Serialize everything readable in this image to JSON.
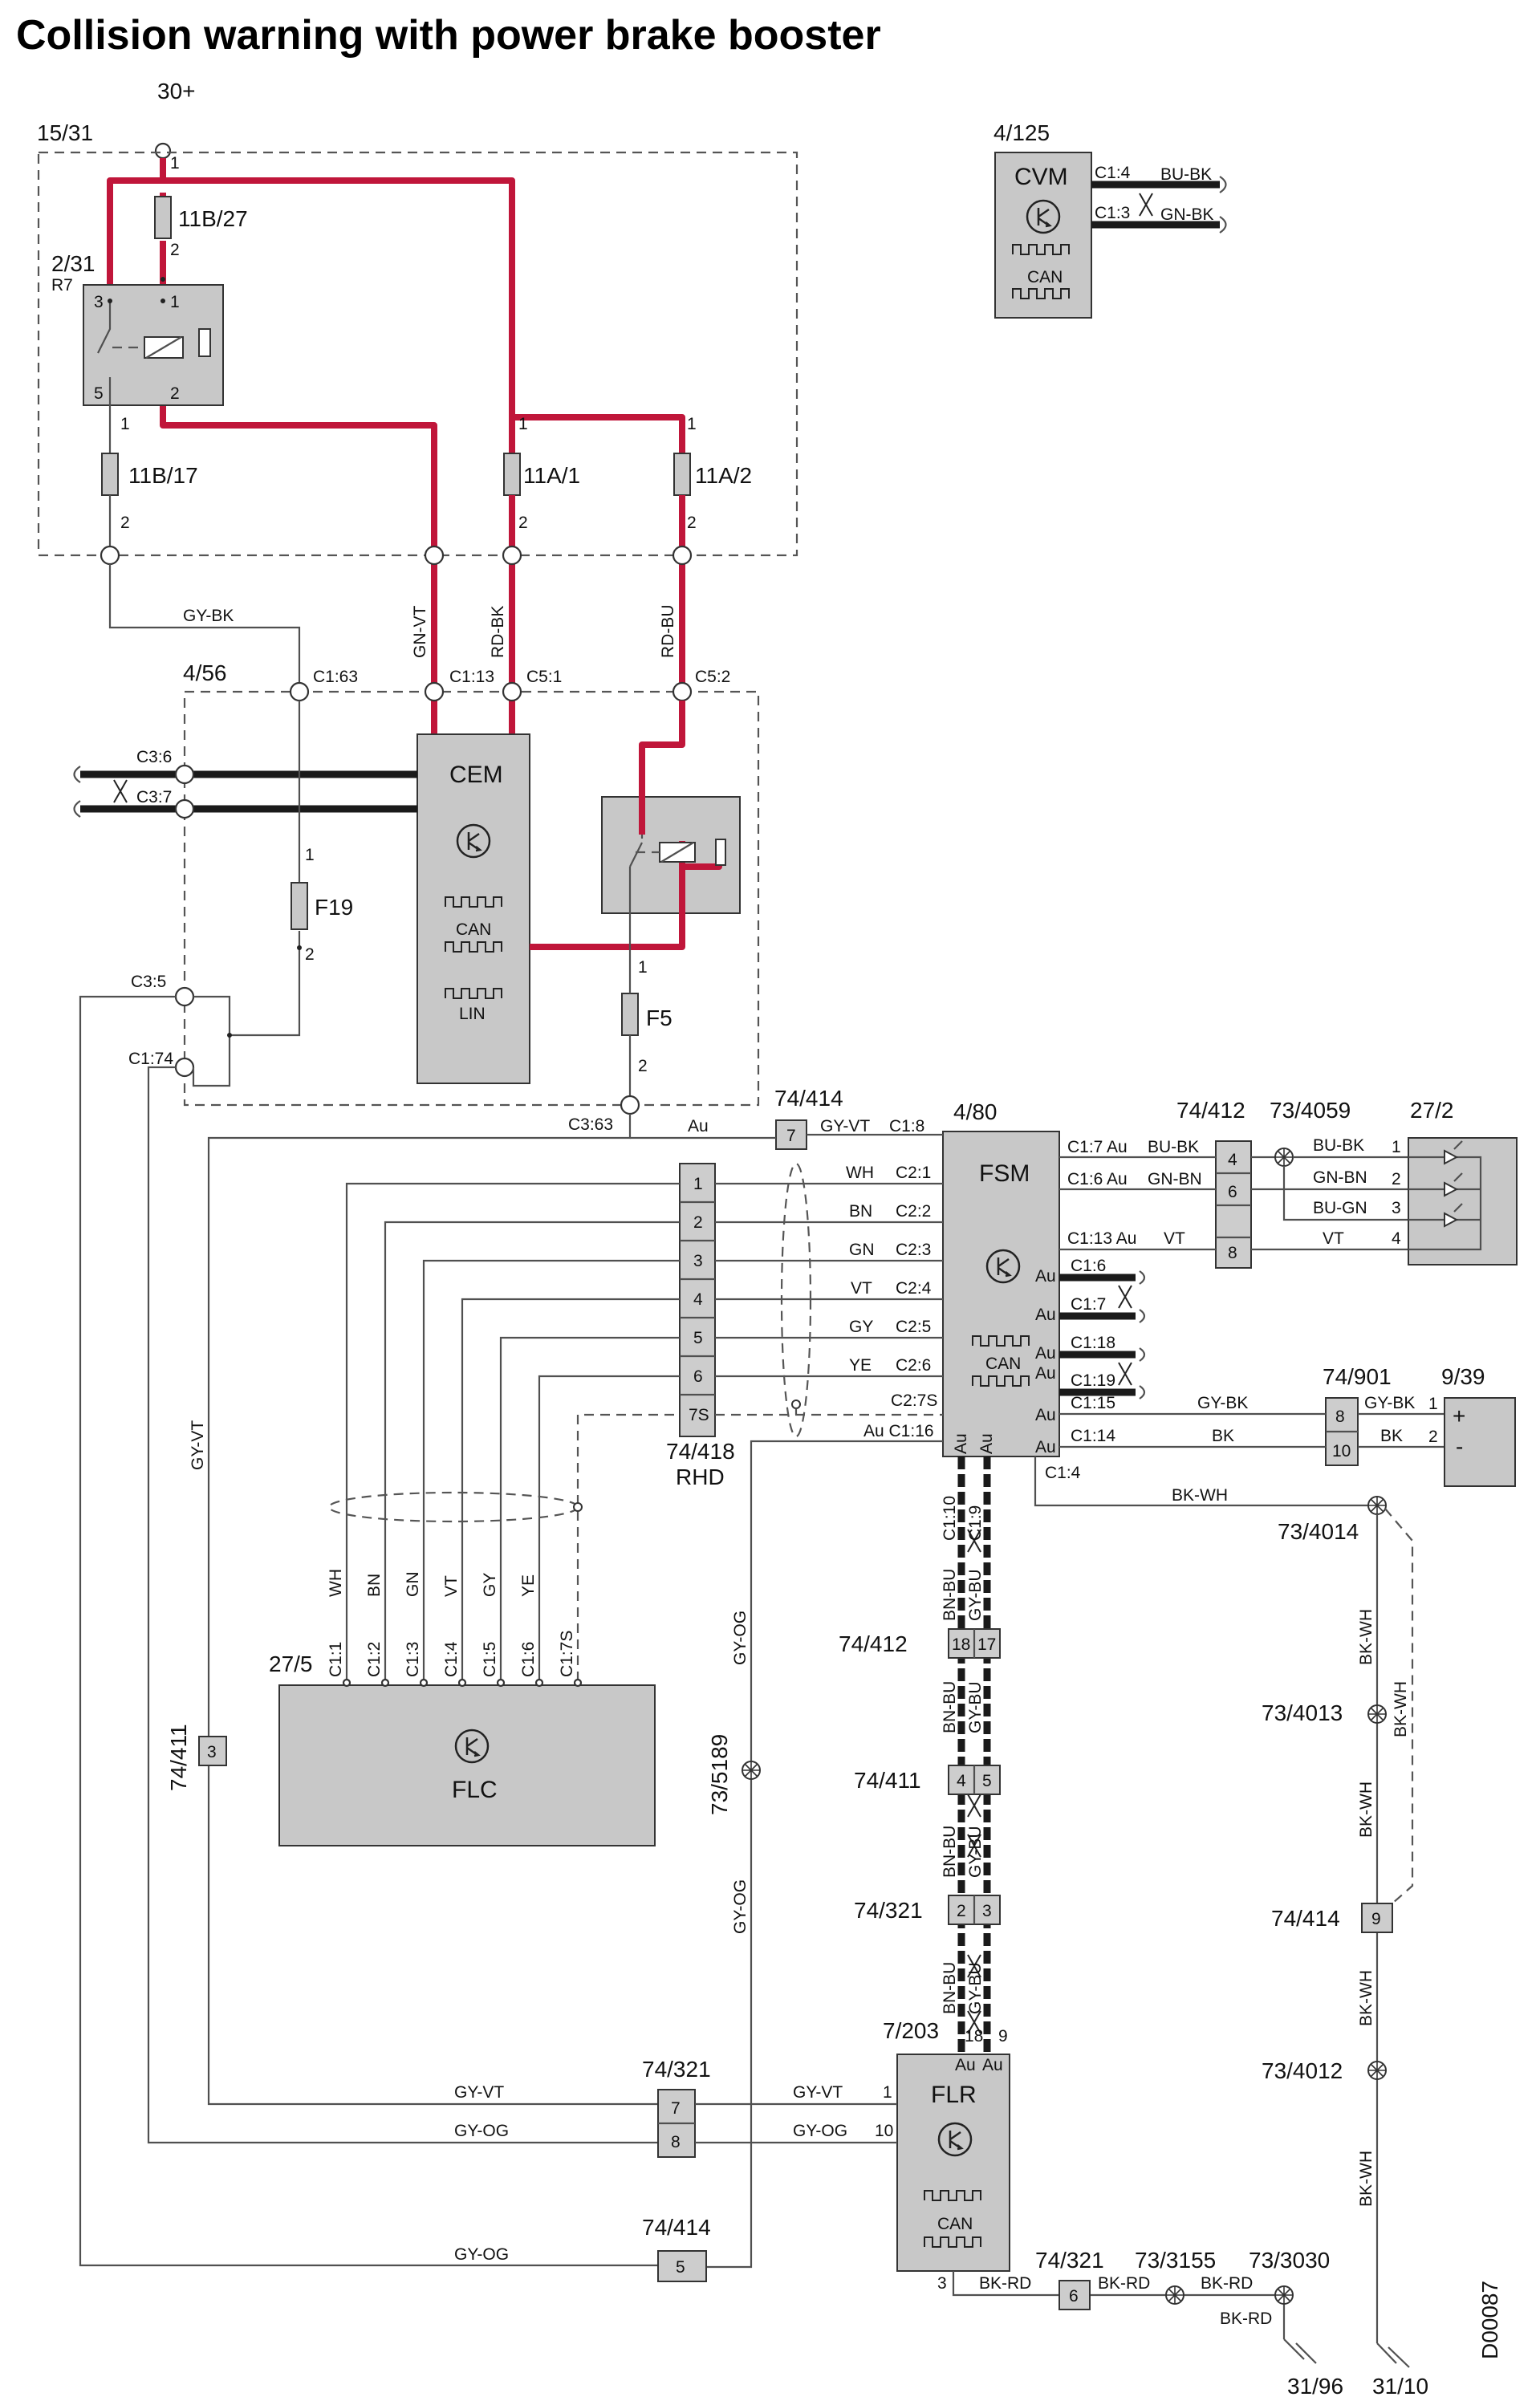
{
  "title": "Collision warning with power brake booster",
  "diagram_id": "D00087",
  "supply": "30+",
  "relay_box": {
    "id": "15/31",
    "relay_id": "2/31",
    "relay_sub": "R7",
    "pin_3": "3",
    "pin_1": "1",
    "pin_5": "5",
    "pin_2": "2"
  },
  "fuses": {
    "f_11b27": {
      "label": "11B/27",
      "p1": "1",
      "p2": "2"
    },
    "f_11b17": {
      "label": "11B/17",
      "p1": "1",
      "p2": "2"
    },
    "f_11a1": {
      "label": "11A/1",
      "p1": "1",
      "p2": "2"
    },
    "f_11a2": {
      "label": "11A/2",
      "p1": "1",
      "p2": "2"
    },
    "f19": {
      "label": "F19",
      "p1": "1",
      "p2": "2"
    },
    "f5": {
      "label": "F5",
      "p1": "1",
      "p2": "2"
    }
  },
  "wires": {
    "gy_bk": "GY-BK",
    "gn_vt": "GN-VT",
    "rd_bk": "RD-BK",
    "rd_bu": "RD-BU",
    "gy_vt": "GY-VT",
    "gy_og": "GY-OG",
    "au": "Au",
    "wh": "WH",
    "bn": "BN",
    "gn": "GN",
    "vt": "VT",
    "gy": "GY",
    "ye": "YE",
    "bu_bk": "BU-BK",
    "gn_bn": "GN-BN",
    "bu_gn": "BU-GN",
    "bk": "BK",
    "bk_wh": "BK-WH",
    "bn_bu": "BN-BU",
    "gy_bu": "GY-BU",
    "bk_rd": "BK-RD",
    "gn_bk": "GN-BK"
  },
  "cvm": {
    "id": "4/125",
    "name": "CVM",
    "can": "CAN",
    "c1_4": "C1:4",
    "c1_3": "C1:3"
  },
  "cem": {
    "id": "4/56",
    "name": "CEM",
    "can": "CAN",
    "lin": "LIN",
    "c1_63": "C1:63",
    "c1_13": "C1:13",
    "c5_1": "C5:1",
    "c5_2": "C5:2",
    "c3_6": "C3:6",
    "c3_7": "C3:7",
    "c3_5": "C3:5",
    "c1_74": "C1:74",
    "c3_63": "C3:63"
  },
  "fsm": {
    "id": "4/80",
    "name": "FSM",
    "can": "CAN",
    "c1_8": "C1:8",
    "c2_1": "C2:1",
    "c2_2": "C2:2",
    "c2_3": "C2:3",
    "c2_4": "C2:4",
    "c2_5": "C2:5",
    "c2_6": "C2:6",
    "c2_7s": "C2:7S",
    "c1_16": "Au C1:16",
    "c1_7": "C1:7 Au",
    "c1_6": "C1:6 Au",
    "c1_13": "C1:13 Au",
    "c1_6b": "C1:6",
    "c1_7b": "C1:7",
    "c1_18": "C1:18",
    "c1_19": "C1:19",
    "c1_15": "C1:15",
    "c1_14": "C1:14",
    "c1_4": "C1:4",
    "c1_10": "C1:10",
    "c1_9": "C1:9"
  },
  "flc": {
    "id": "27/5",
    "name": "FLC",
    "pins": [
      "C1:1",
      "C1:2",
      "C1:3",
      "C1:4",
      "C1:5",
      "C1:6",
      "C1:7S"
    ]
  },
  "flr": {
    "id": "7/203",
    "name": "FLR",
    "can": "CAN",
    "p18": "18",
    "p9": "9",
    "p1": "1",
    "p10": "10",
    "p3": "3"
  },
  "lamp": {
    "id": "27/2",
    "pins": [
      "1",
      "2",
      "3",
      "4"
    ]
  },
  "speaker": {
    "id": "9/39",
    "plus": "+",
    "minus": "-",
    "p1": "1",
    "p2": "2"
  },
  "connectors": {
    "c74_414_top": {
      "id": "74/414",
      "pin": "7"
    },
    "c74_418": {
      "id": "74/418",
      "sub": "RHD",
      "pins": [
        "1",
        "2",
        "3",
        "4",
        "5",
        "6",
        "7S"
      ]
    },
    "c74_412_top": {
      "id": "74/412",
      "pins": [
        "4",
        "6",
        "",
        "8"
      ]
    },
    "c74_901": {
      "id": "74/901",
      "pins": [
        "8",
        "10"
      ]
    },
    "c74_412_mid": {
      "id": "74/412",
      "pins": [
        "18",
        "17"
      ]
    },
    "c74_411_mid": {
      "id": "74/411",
      "pins": [
        "4",
        "5"
      ]
    },
    "c74_321_mid": {
      "id": "74/321",
      "pins": [
        "2",
        "3"
      ]
    },
    "c74_411_left": {
      "id": "74/411",
      "pin": "3"
    },
    "c74_321_low": {
      "id": "74/321",
      "pins": [
        "7",
        "8"
      ]
    },
    "c74_414_low": {
      "id": "74/414",
      "pin": "5"
    },
    "c74_414_right": {
      "id": "74/414",
      "pin": "9"
    },
    "c74_321_gnd": {
      "id": "74/321",
      "pin": "6"
    }
  },
  "splices": {
    "s73_4059": "73/4059",
    "s73_4014": "73/4014",
    "s73_4013": "73/4013",
    "s73_4012": "73/4012",
    "s73_5189": "73/5189",
    "s73_3155": "73/3155",
    "s73_3030": "73/3030"
  },
  "grounds": {
    "g31_96": "31/96",
    "g31_10": "31/10"
  }
}
